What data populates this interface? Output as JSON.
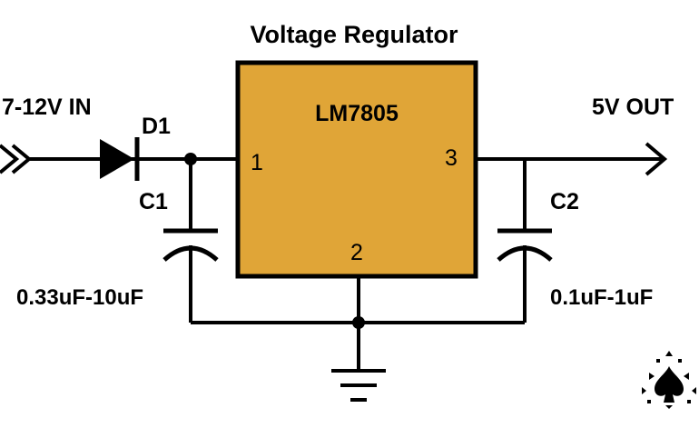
{
  "title": "Voltage Regulator",
  "input_label": "7-12V IN",
  "output_label": "5V OUT",
  "diode_label": "D1",
  "regulator": {
    "name": "LM7805",
    "pin_in": "1",
    "pin_gnd": "2",
    "pin_out": "3",
    "fill_color": "#e0a537"
  },
  "capacitors": {
    "c1": {
      "label": "C1",
      "value": "0.33uF-10uF"
    },
    "c2": {
      "label": "C2",
      "value": "0.1uF-1uF"
    }
  },
  "colors": {
    "wire": "#000000",
    "background": "#ffffff"
  },
  "icons": {
    "logo": "spade-logo-icon"
  }
}
